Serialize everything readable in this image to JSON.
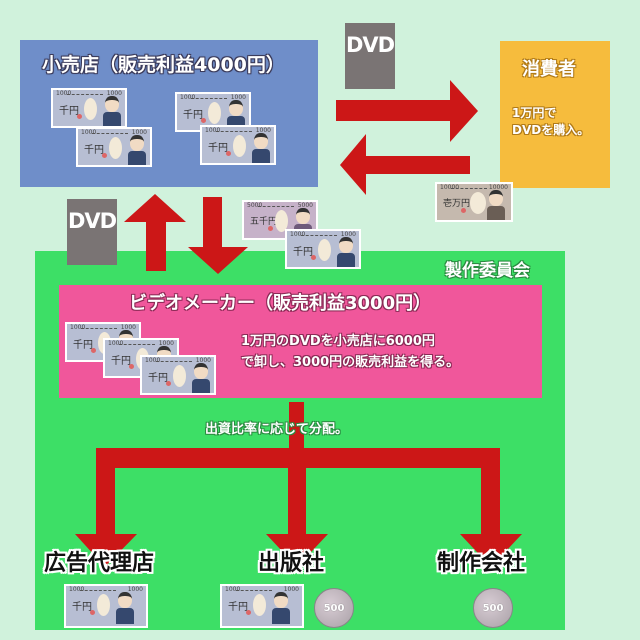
{
  "colors": {
    "background": "#d0f2dc",
    "retail_box": "#6f8ec9",
    "consumer_box": "#f6bc3d",
    "committee_box": "#3ddf66",
    "maker_box": "#f0579b",
    "arrow": "#cc1717",
    "dvd_tag": "#7a7474"
  },
  "retail": {
    "title": "小売店（販売利益4000円）",
    "money": [
      {
        "type": "banknote",
        "label": "千円",
        "value": "1000"
      },
      {
        "type": "banknote",
        "label": "千円",
        "value": "1000"
      },
      {
        "type": "banknote",
        "label": "千円",
        "value": "1000"
      },
      {
        "type": "banknote",
        "label": "千円",
        "value": "1000"
      }
    ]
  },
  "consumer": {
    "title": "消費者",
    "line1": "1万円で",
    "line2": "DVDを購入。",
    "payment": {
      "type": "banknote",
      "label": "壱万円",
      "value": "10000"
    }
  },
  "flows": {
    "dvd_to_consumer_label": "DVD",
    "dvd_to_retail_label": "DVD",
    "retail_to_maker_payment": [
      {
        "type": "banknote",
        "label": "五千円",
        "value": "5000"
      },
      {
        "type": "banknote",
        "label": "千円",
        "value": "1000"
      }
    ]
  },
  "committee": {
    "title": "製作委員会",
    "maker": {
      "title": "ビデオメーカー（販売利益3000円）",
      "line1": "1万円のDVDを小売店に6000円",
      "line2": "で卸し、3000円の販売利益を得る。",
      "money": [
        {
          "type": "banknote",
          "label": "千円",
          "value": "1000"
        },
        {
          "type": "banknote",
          "label": "千円",
          "value": "1000"
        },
        {
          "type": "banknote",
          "label": "千円",
          "value": "1000"
        }
      ]
    },
    "distribution_label": "出資比率に応じて分配。",
    "recipients": [
      {
        "name": "広告代理店",
        "money": [
          {
            "type": "banknote",
            "label": "千円",
            "value": "1000"
          }
        ]
      },
      {
        "name": "出版社",
        "money": [
          {
            "type": "banknote",
            "label": "千円",
            "value": "1000"
          },
          {
            "type": "coin",
            "label": "500"
          }
        ]
      },
      {
        "name": "制作会社",
        "money": [
          {
            "type": "coin",
            "label": "500"
          }
        ]
      }
    ]
  }
}
